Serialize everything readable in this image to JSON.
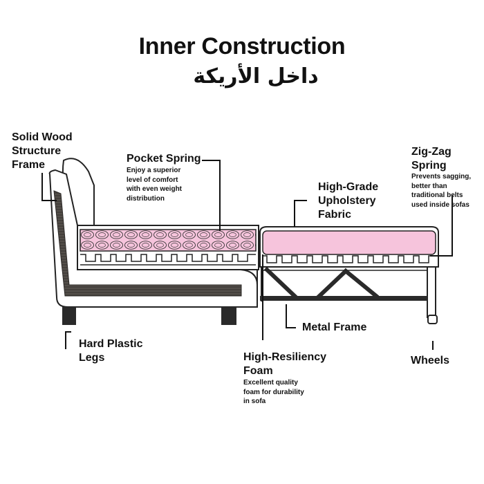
{
  "title": "Inner Construction",
  "subtitle_ar": "داخل الأريكة",
  "labels": {
    "solid_wood": "Solid Wood\nStructure\nFrame",
    "pocket_spring": "Pocket Spring",
    "pocket_spring_desc": "Enjoy a superior\nlevel of comfort\nwith even weight\ndistribution",
    "upholstery": "High-Grade\nUpholstery\nFabric",
    "zigzag": "Zig-Zag\nSpring",
    "zigzag_desc": "Prevents sagging,\nbetter than\ntraditional belts\nused inside sofas",
    "metal_frame": "Metal Frame",
    "hard_plastic": "Hard Plastic\nLegs",
    "foam": "High-Resiliency\nFoam",
    "foam_desc": "Excellent quality\nfoam for durability\nin sofa",
    "wheels": "Wheels"
  },
  "colors": {
    "pink": "#f6c4dc",
    "wood": "#4b4642",
    "outline": "#222222"
  }
}
